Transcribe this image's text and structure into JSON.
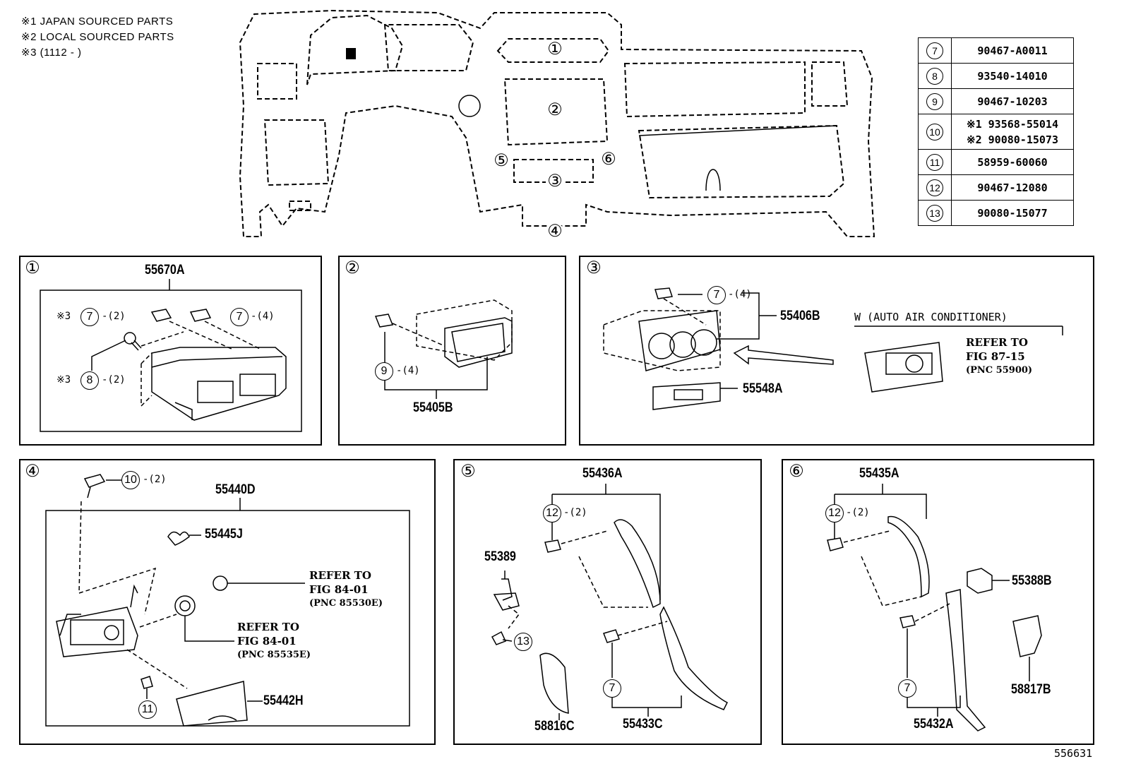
{
  "notes": [
    "※1 JAPAN SOURCED PARTS",
    "※2 LOCAL SOURCED PARTS",
    "※3 (1112 -    )"
  ],
  "overview_markers": [
    "①",
    "②",
    "③",
    "④",
    "⑤",
    "⑥"
  ],
  "parts_table": [
    {
      "ref": "7",
      "part": "90467-A0011"
    },
    {
      "ref": "8",
      "part": "93540-14010"
    },
    {
      "ref": "9",
      "part": "90467-10203"
    },
    {
      "ref": "10",
      "part": "※1 93568-55014",
      "part2": "※2 90080-15073"
    },
    {
      "ref": "11",
      "part": "58959-60060"
    },
    {
      "ref": "12",
      "part": "90467-12080"
    },
    {
      "ref": "13",
      "part": "90080-15077"
    }
  ],
  "panel1": {
    "num": "①",
    "assy": "55670A",
    "note3a": "※3",
    "note3b": "※3",
    "c7": "7",
    "q7a": "-(2)",
    "q7b": "-(4)",
    "c8": "8",
    "q8": "-(2)"
  },
  "panel2": {
    "num": "②",
    "part": "55405B",
    "c9": "9",
    "q9": "-(4)"
  },
  "panel3": {
    "num": "③",
    "part1": "55406B",
    "part2": "55548A",
    "c7": "7",
    "q7": "-(4)",
    "variant": "W (AUTO AIR CONDITIONER)",
    "refer": "REFER TO",
    "fig": "FIG 87-15",
    "pnc": "(PNC 55900)"
  },
  "panel4": {
    "num": "④",
    "assy": "55440D",
    "p1": "55445J",
    "p2": "55442H",
    "c10": "10",
    "q10": "-(2)",
    "c11": "11",
    "refer1": "REFER TO",
    "fig1": "FIG 84-01",
    "pnc1": "(PNC 85530E)",
    "refer2": "REFER TO",
    "fig2": "FIG 84-01",
    "pnc2": "(PNC 85535E)"
  },
  "panel5": {
    "num": "⑤",
    "p1": "55436A",
    "p2": "55389",
    "p3": "58816C",
    "p4": "55433C",
    "c12": "12",
    "q12": "-(2)",
    "c13": "13",
    "c7": "7"
  },
  "panel6": {
    "num": "⑥",
    "p1": "55435A",
    "p2": "55388B",
    "p3": "58817B",
    "p4": "55432A",
    "c12": "12",
    "q12": "-(2)",
    "c7": "7"
  },
  "figure_id": "556631"
}
